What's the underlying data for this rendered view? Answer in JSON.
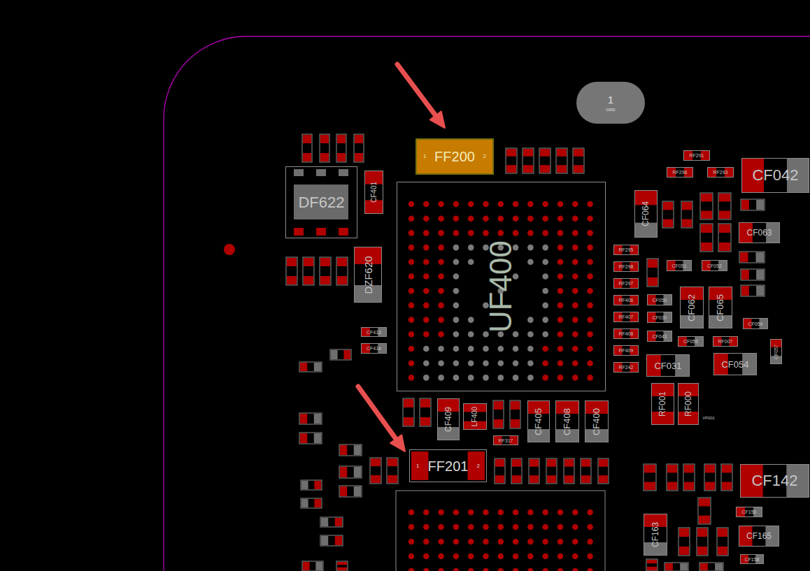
{
  "diagram": {
    "nodes": [
      {
        "text": [
          "1",
          "GRD"
        ]
      },
      {
        "text": [
          "1",
          "FF200",
          "2"
        ]
      },
      {
        "text": [
          "RF291"
        ]
      },
      {
        "text": [
          "CF042"
        ]
      },
      {
        "text": [
          "RF296"
        ]
      },
      {
        "text": [
          "RF293"
        ]
      },
      {
        "text": [
          "DF622"
        ]
      },
      {
        "text": [
          "CF401"
        ]
      },
      {
        "text": [
          "UF400"
        ]
      },
      {
        "text": [
          "CF064"
        ]
      },
      {
        "text": [
          "CF063"
        ]
      },
      {
        "text": [
          "RF295"
        ]
      },
      {
        "text": [
          "DZF620"
        ]
      },
      {
        "text": [
          "CF051"
        ]
      },
      {
        "text": [
          "CF052"
        ]
      },
      {
        "text": [
          "RF298"
        ]
      },
      {
        "text": [
          "RF297"
        ]
      },
      {
        "text": [
          "CF062"
        ]
      },
      {
        "text": [
          "CF065"
        ]
      },
      {
        "text": [
          "CF050"
        ]
      },
      {
        "text": [
          "RF406"
        ]
      },
      {
        "text": [
          "CF030"
        ]
      },
      {
        "text": [
          "RF407"
        ]
      },
      {
        "text": [
          "CF059"
        ]
      },
      {
        "text": [
          "CF413"
        ]
      },
      {
        "text": [
          "RF408"
        ]
      },
      {
        "text": [
          "CF043"
        ]
      },
      {
        "text": [
          "CF055"
        ]
      },
      {
        "text": [
          "RF007"
        ]
      },
      {
        "text": [
          "CF057"
        ]
      },
      {
        "text": [
          "CF414"
        ]
      },
      {
        "text": [
          "RF409"
        ]
      },
      {
        "text": [
          "CF031"
        ]
      },
      {
        "text": [
          "CF054"
        ]
      },
      {
        "text": [
          "RF242"
        ]
      },
      {
        "text": [
          "RF001"
        ]
      },
      {
        "text": [
          "RF000"
        ]
      },
      {
        "text": [
          "VF001"
        ]
      },
      {
        "text": [
          "CF409"
        ]
      },
      {
        "text": [
          "LF400"
        ]
      },
      {
        "text": [
          "CF405"
        ]
      },
      {
        "text": [
          "CF408"
        ]
      },
      {
        "text": [
          "CF400"
        ]
      },
      {
        "text": [
          "RF317"
        ]
      },
      {
        "text": [
          "1",
          "FF201",
          "2"
        ]
      },
      {
        "text": [
          "CF142"
        ]
      },
      {
        "text": [
          "CF156"
        ]
      },
      {
        "text": [
          "CF163"
        ]
      },
      {
        "text": [
          "CF165"
        ]
      },
      {
        "text": [
          "CF158"
        ]
      }
    ]
  }
}
